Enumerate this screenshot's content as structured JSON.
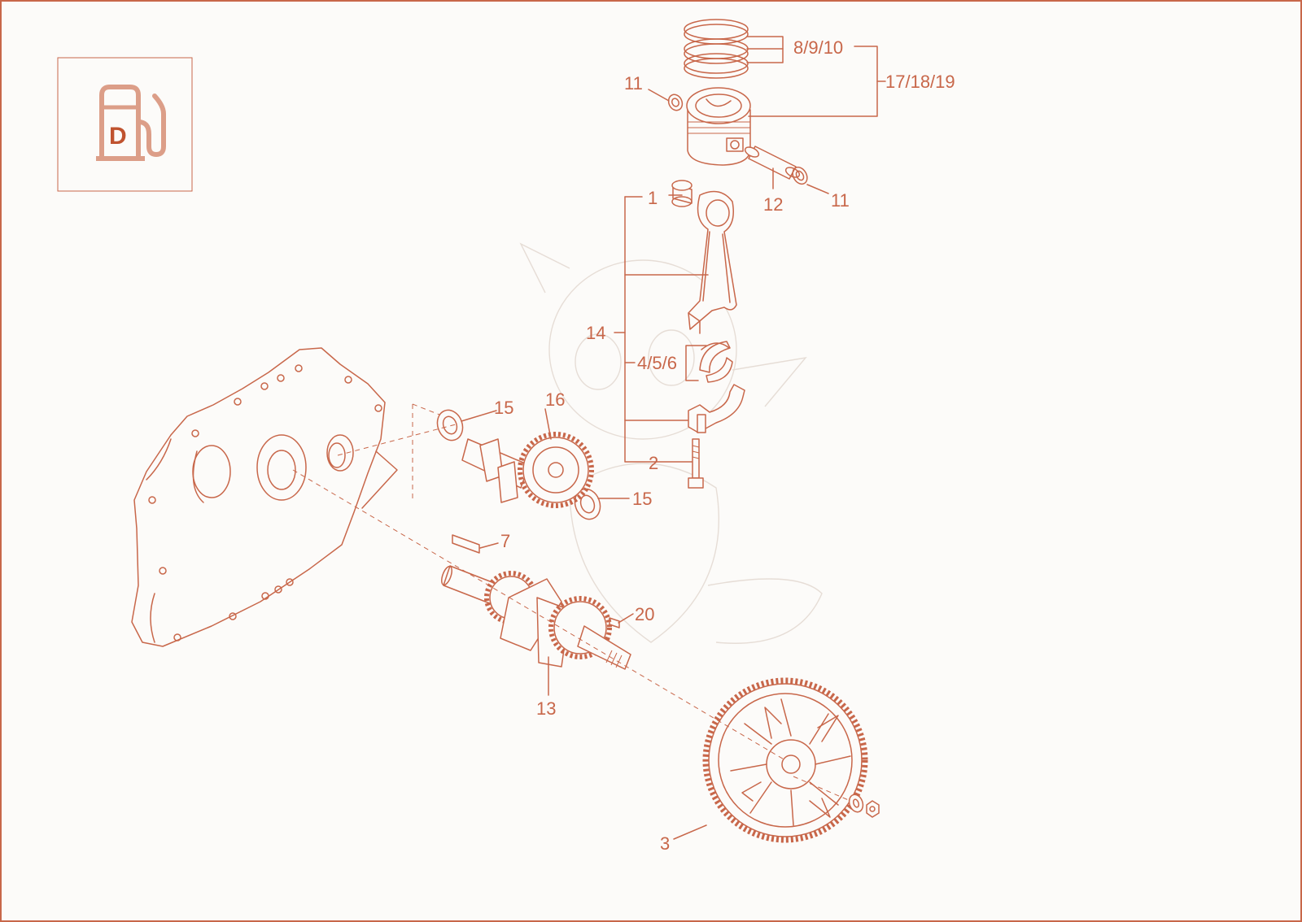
{
  "fuel_badge": {
    "letter": "D"
  },
  "callouts": {
    "c8_9_10": "8/9/10",
    "c17_18_19": "17/18/19",
    "c11_top": "11",
    "c11_pin": "11",
    "c12": "12",
    "c1": "1",
    "c14": "14",
    "c4_5_6": "4/5/6",
    "c2": "2",
    "c15_top": "15",
    "c16": "16",
    "c15_bottom": "15",
    "c7": "7",
    "c20": "20",
    "c13": "13",
    "c3": "3"
  },
  "colors": {
    "line": "#c8674a",
    "background": "#fcfbf9",
    "badge_icon": "#dc9e88"
  }
}
